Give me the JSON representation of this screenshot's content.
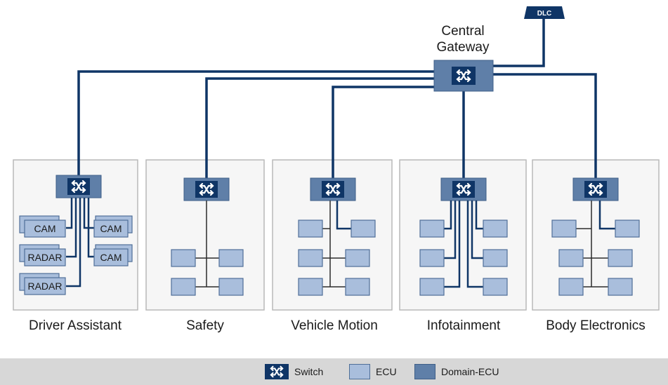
{
  "gateway": {
    "label_line1": "Central",
    "label_line2": "Gateway",
    "icon": "switch-icon"
  },
  "dlc": {
    "label": "DLC"
  },
  "domains": [
    {
      "name": "Driver Assistant",
      "ecu_labels": [
        "CAM",
        "CAM",
        "RADAR",
        "CAM",
        "RADAR"
      ]
    },
    {
      "name": "Safety"
    },
    {
      "name": "Vehicle Motion"
    },
    {
      "name": "Infotainment"
    },
    {
      "name": "Body Electronics"
    }
  ],
  "legend": {
    "switch": "Switch",
    "ecu": "ECU",
    "domain_ecu": "Domain-ECU"
  },
  "colors": {
    "wire": "#0f3566",
    "ecu": "#a9bedc",
    "domain_ecu": "#5f7fa8",
    "legend_bar": "#d7d7d7"
  }
}
